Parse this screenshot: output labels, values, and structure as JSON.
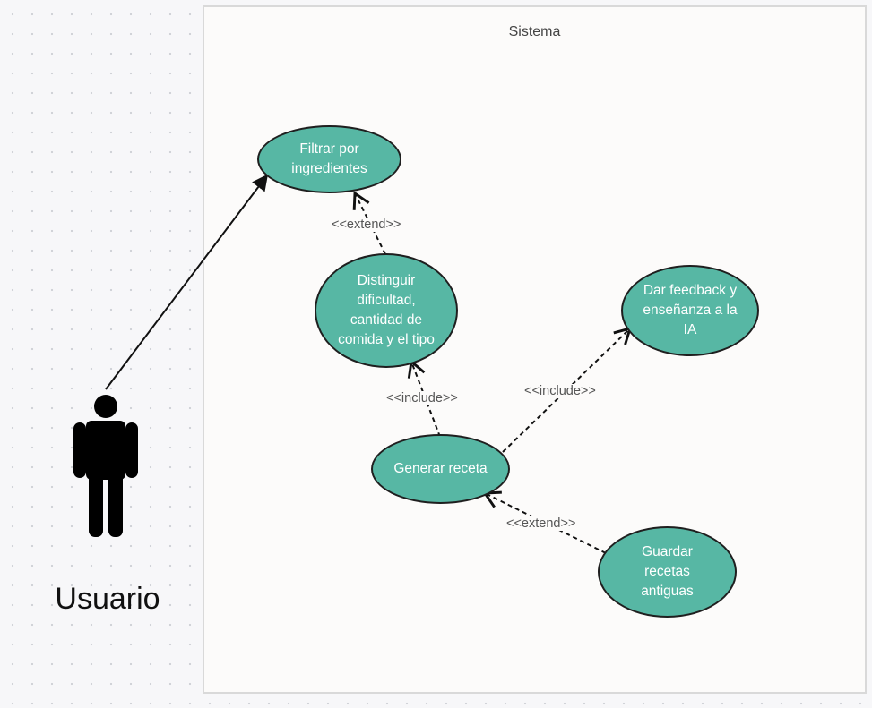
{
  "system": {
    "title": "Sistema"
  },
  "actor": {
    "name": "Usuario",
    "icon": "person-silhouette-icon"
  },
  "use_cases": {
    "filtrar": [
      "Filtrar por",
      "ingredientes"
    ],
    "distinguir": [
      "Distinguir",
      "dificultad,",
      "cantidad de",
      "comida y el tipo"
    ],
    "feedback": [
      "Dar feedback y",
      "enseñanza a la",
      "IA"
    ],
    "generar": [
      "Generar receta"
    ],
    "guardar": [
      "Guardar",
      "recetas",
      "antiguas"
    ]
  },
  "relations": {
    "extend_top": "<<extend>>",
    "include_left": "<<include>>",
    "include_right": "<<include>>",
    "extend_bottom": "<<extend>>"
  },
  "colors": {
    "usecase_fill": "#57b7a4",
    "usecase_border": "#1f1f1f",
    "usecase_text": "#ffffff",
    "actor": "#000000"
  }
}
